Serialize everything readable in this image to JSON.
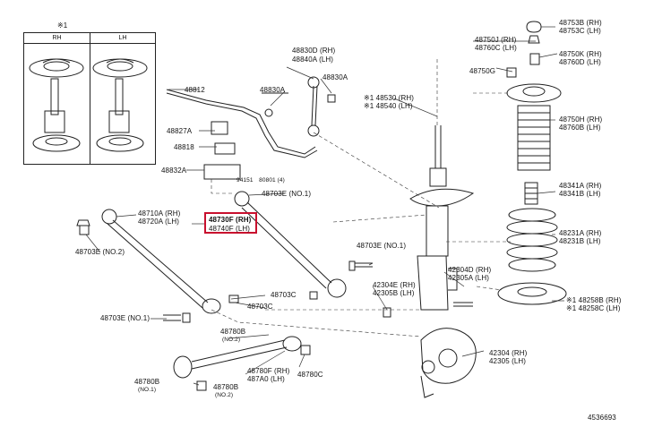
{
  "diagram": {
    "inset": {
      "mark": "※1",
      "left_head": "RH",
      "right_head": "LH"
    },
    "highlight_color": "#c8102e",
    "labels": {
      "p48812": "48812",
      "p48827A": "48827A",
      "p48818": "48818",
      "p48832A": "48832A",
      "p48830D": "48830D (RH)",
      "p48840A": "48840A (LH)",
      "p48830A_1": "48830A",
      "p48830A_2": "48830A",
      "p94151": "94151　80801 (4)",
      "p48703E_1": "48703E (NO.1)",
      "p48710A": "48710A (RH)",
      "p48720A": "48720A (LH)",
      "p48730F": "48730F (RH)",
      "p48740F": "48740F (LH)",
      "p48703E_2": "48703E (NO.2)",
      "p48703E_3": "48703E (NO.1)",
      "p48703C_1": "48703C",
      "p48703C_2": "48703C",
      "p48703E_4": "48703E (NO.1)",
      "p48780B_1": "48780B",
      "p48780B_1n": "(NO.2)",
      "p48780F": "48780F (RH)",
      "p48790": "487A0 (LH)",
      "p48780C": "48780C",
      "p48780B_2": "48780B",
      "p48780B_2n": "(NO.1)",
      "p48780B_3": "48780B",
      "p48780B_3n": "(NO.2)",
      "p48750J": "48750J (RH)",
      "p48760C": "48760C (LH)",
      "p48753B": "48753B (RH)",
      "p48753C": "48753C (LH)",
      "p48750K": "48750K (RH)",
      "p48760D": "48760D (LH)",
      "p48750G": "48750G",
      "p48530": "※1 48530 (RH)",
      "p48540": "※1 48540 (LH)",
      "p48750H": "48750H (RH)",
      "p48760B": "48760B (LH)",
      "p48341A": "48341A (RH)",
      "p48341B": "48341B (LH)",
      "p48231A": "48231A (RH)",
      "p48231B": "48231B (LH)",
      "p48258B": "※1 48258B (RH)",
      "p48258C": "※1 48258C (LH)",
      "p42304D": "42304D (RH)",
      "p42305A": "42305A (LH)",
      "p42304E": "42304E (RH)",
      "p42305B": "42305B (LH)",
      "p42304": "42304 (RH)",
      "p42305": "42305 (LH)",
      "code": "4536693"
    }
  }
}
